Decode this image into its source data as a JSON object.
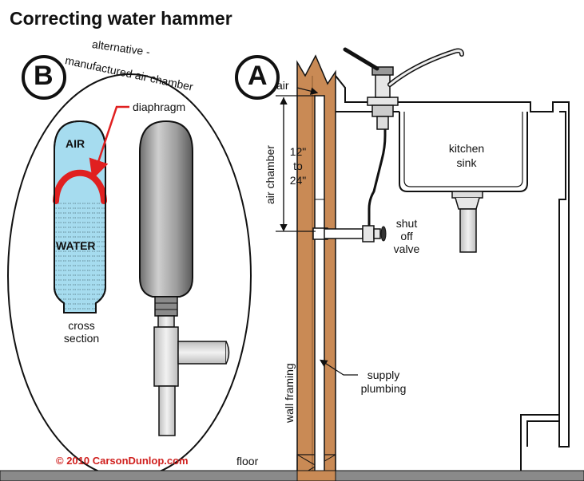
{
  "title": "Correcting water hammer",
  "badges": {
    "b": "B",
    "a": "A"
  },
  "labels": {
    "alternative_line1": "alternative -",
    "alternative_line2": "manufactured air chamber",
    "diaphragm": "diaphragm",
    "air": "AIR",
    "water": "WATER",
    "cross_section_1": "cross",
    "cross_section_2": "section",
    "air_top": "air",
    "air_chamber": "air chamber",
    "size_1": "12\"",
    "size_2": "to",
    "size_3": "24\"",
    "kitchen_1": "kitchen",
    "kitchen_2": "sink",
    "shutoff_1": "shut",
    "shutoff_2": "off",
    "shutoff_3": "valve",
    "supply_1": "supply",
    "supply_2": "plumbing",
    "wall_framing": "wall framing",
    "floor": "floor",
    "copyright": "© 2010 CarsonDunlop.com"
  },
  "colors": {
    "wood": "#c98a55",
    "air_fill": "#a6dcef",
    "diaphragm": "#e02020",
    "copyright": "#d0201e",
    "cylinder": "#9a9a9a"
  }
}
